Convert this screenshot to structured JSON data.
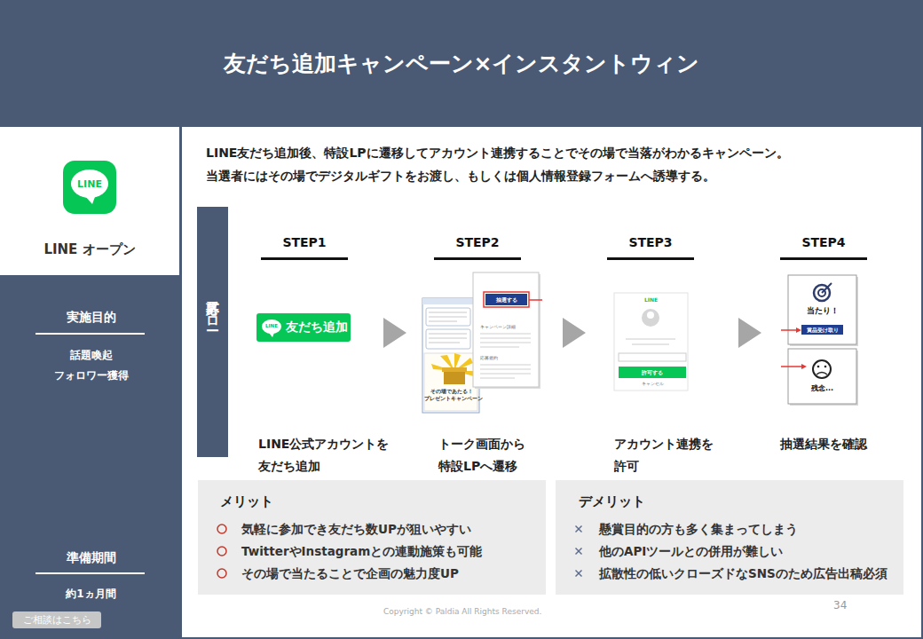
{
  "diagram": {
    "title": "友だち追加キャンペーン×インスタントウィン",
    "nodes": [
      {
        "text": [
          "LINE オープン"
        ]
      },
      {
        "text": [
          "実施目的",
          "話題喚起",
          "フォロワー獲得"
        ]
      },
      {
        "text": [
          "準備期間",
          "約1ヵ月間"
        ]
      },
      {
        "text": [
          "ご相談はこちら"
        ]
      },
      {
        "text": [
          "応募フロー"
        ]
      },
      {
        "text": [
          "STEP1",
          "LINE公式アカウントを 友だち追加"
        ]
      },
      {
        "text": [
          "STEP2",
          "トーク画面から 特設LPへ遷移"
        ]
      },
      {
        "text": [
          "STEP3",
          "アカウント連携を 許可"
        ]
      },
      {
        "text": [
          "STEP4",
          "抽選結果を確認"
        ]
      },
      {
        "text": [
          "メリット",
          "気軽に参加でき友だち数UPが狙いやすい",
          "TwitterやInstagramとの連動施策も可能",
          "その場で当たることで企画の魅力度UP"
        ]
      },
      {
        "text": [
          "デメリット",
          "懸賞目的の方も多く集まってしまう",
          "他のAPIツールとの併用が難しい",
          "拡散性の低いクローズドなSNSのため広告出稿必須"
        ]
      }
    ],
    "edges": [
      {
        "from": 5,
        "to": 6,
        "arrow": "to"
      },
      {
        "from": 6,
        "to": 7,
        "arrow": "to"
      },
      {
        "from": 7,
        "to": 8,
        "arrow": "to"
      }
    ],
    "labels": [
      "LINE",
      "LINE友だち追加後、特設LPに遷移してアカウント連携することでその場で当落がわかるキャンペーン。",
      "当選者にはその場でデジタルギフトをお渡し、もしくは個人情報登録フォームへ誘導する。",
      "LINE",
      "友だち追加",
      "抽選する",
      "その場であたる！ プレゼントキャンペーン",
      "キャンペーン詳細",
      "応募規約",
      "LINE",
      "許可する",
      "キャンセル",
      "当たり！",
      "賞品受け取り",
      "残念...",
      "Copyright © Paldia All Rights Reserved.",
      "34"
    ]
  }
}
